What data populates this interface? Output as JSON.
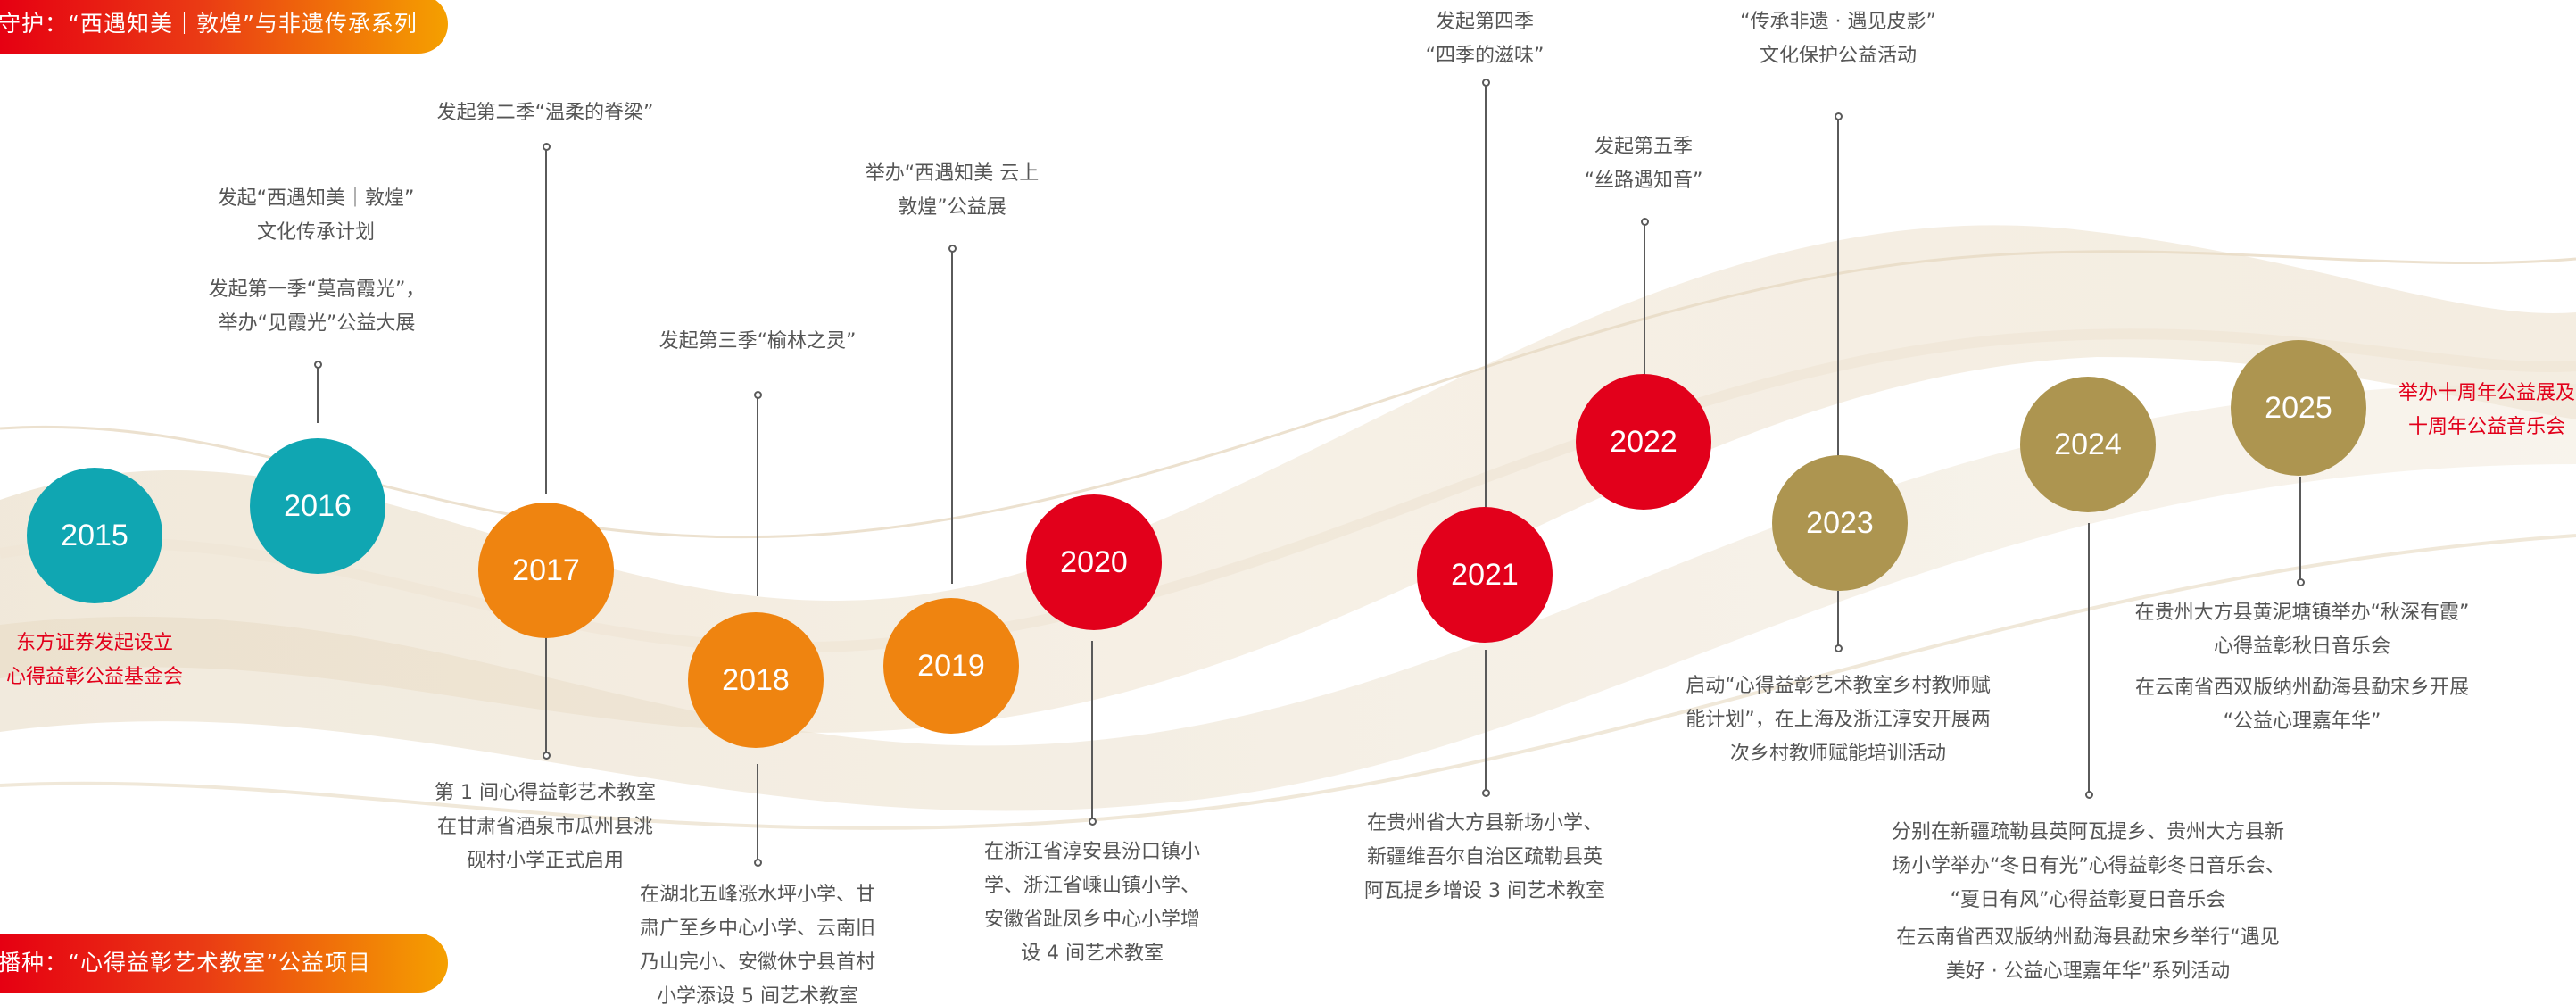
{
  "banners": {
    "top": "守护：“西遇知美｜敦煌”与非遗传承系列",
    "bottom": "播种：“心得益彰艺术教室”公益项目"
  },
  "years": {
    "y2015": "2015",
    "y2016": "2016",
    "y2017": "2017",
    "y2018": "2018",
    "y2019": "2019",
    "y2020": "2020",
    "y2021": "2021",
    "y2022": "2022",
    "y2023": "2023",
    "y2024": "2024",
    "y2025": "2025"
  },
  "texts": {
    "t2015": "东方证券发起设立\n心得益彰公益基金会",
    "t2016a": "发起“西遇知美｜敦煌”\n文化传承计划",
    "t2016b": "发起第一季“莫高霞光”，\n举办“见霞光”公益大展",
    "t2017top": "发起第二季“温柔的脊梁”",
    "t2017bottom": "第 1 间心得益彰艺术教室\n在甘肃省酒泉市瓜州县洮\n砚村小学正式启用",
    "t2018top": "发起第三季“榆林之灵”",
    "t2018bottom": "在湖北五峰涨水坪小学、甘\n肃广至乡中心小学、云南旧\n乃山完小、安徽休宁县首村\n小学添设 5 间艺术教室",
    "t2019top": "举办“西遇知美 云上\n敦煌”公益展",
    "t2020bottom": "在浙江省淳安县汾口镇小\n学、浙江省嵊山镇小学、\n安徽省趾凤乡中心小学增\n设 4 间艺术教室",
    "t2021top": "发起第四季\n“四季的滋味”",
    "t2021bottom": "在贵州省大方县新场小学、\n新疆维吾尔自治区疏勒县英\n阿瓦提乡增设 3 间艺术教室",
    "t2022top": "发起第五季\n“丝路遇知音”",
    "t2023top": "“传承非遗 · 遇见皮影”\n文化保护公益活动",
    "t2023bottom": "启动“心得益彰艺术教室乡村教师赋\n能计划”，在上海及浙江淳安开展两\n次乡村教师赋能培训活动",
    "t2024bottom_a": "分别在新疆疏勒县英阿瓦提乡、贵州大方县新\n场小学举办“冬日有光”心得益彰冬日音乐会、\n“夏日有风”心得益彰夏日音乐会",
    "t2024bottom_b": "在云南省西双版纳州勐海县勐宋乡举行“遇见\n美好 · 公益心理嘉年华”系列活动",
    "t2025right": "举办十周年公益展及\n十周年公益音乐会",
    "t2025bottom_a": "在贵州大方县黄泥塘镇举办“秋深有霞”\n心得益彰秋日音乐会",
    "t2025bottom_b": "在云南省西双版纳州勐海县勐宋乡开展\n“公益心理嘉年华”"
  },
  "colors": {
    "teal": "#10a6b2",
    "orange": "#ef8410",
    "red": "#e2001b",
    "gold": "#ad9550"
  }
}
